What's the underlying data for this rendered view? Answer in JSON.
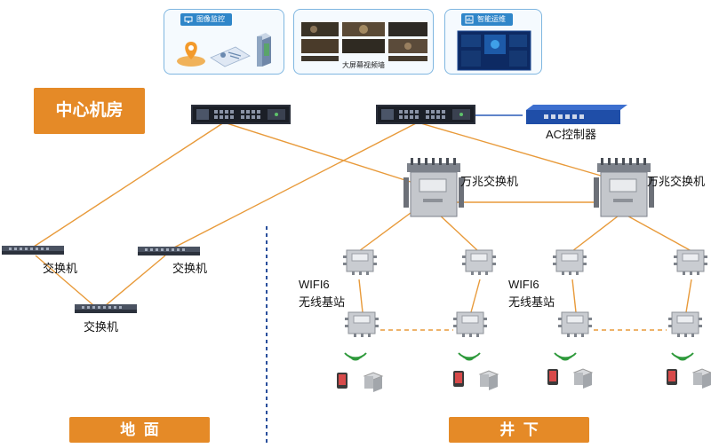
{
  "panels": {
    "monitoring": {
      "title": "图像监控"
    },
    "videowall": {
      "caption": "大屏幕视频墙"
    },
    "ops": {
      "title": "智能运维"
    }
  },
  "zones": {
    "center": "中心机房",
    "ground": "地  面",
    "underground": "井  下"
  },
  "labels": {
    "ac_controller": "AC控制器",
    "switch_10g": "万兆交换机",
    "switch": "交换机",
    "wifi_line1": "WIFI6",
    "wifi_line2": "无线基站"
  },
  "colors": {
    "link": "#e89a3a",
    "panel_blue": "#2f86c9",
    "zone_orange": "#e58a27",
    "divider": "#2a4f9c"
  }
}
